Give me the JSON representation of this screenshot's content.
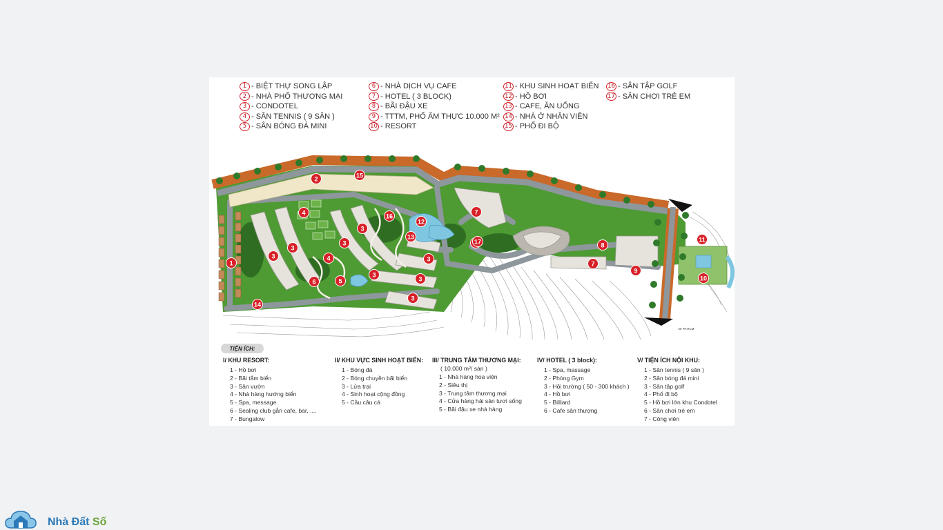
{
  "legend": [
    [
      {
        "num": "1",
        "label": "BIỆT THỰ SONG LẬP"
      },
      {
        "num": "2",
        "label": "NHÀ PHỐ THƯƠNG MẠI"
      },
      {
        "num": "3",
        "label": "CONDOTEL"
      },
      {
        "num": "4",
        "label": "SÂN TENNIS ( 9 SÂN )"
      },
      {
        "num": "5",
        "label": "SÂN BÓNG ĐÁ MINI"
      }
    ],
    [
      {
        "num": "6",
        "label": "NHÀ DỊCH VỤ CAFE"
      },
      {
        "num": "7",
        "label": "HOTEL ( 3 BLOCK)"
      },
      {
        "num": "8",
        "label": "BÃI ĐẬU XE"
      },
      {
        "num": "9",
        "label": "TTTM, PHỐ ẨM THỰC 10.000 M²"
      },
      {
        "num": "10",
        "label": "RESORT"
      }
    ],
    [
      {
        "num": "11",
        "label": "KHU SINH HOẠT BIỂN"
      },
      {
        "num": "12",
        "label": "HỒ BƠI"
      },
      {
        "num": "13",
        "label": "CAFE, ĂN UỐNG"
      },
      {
        "num": "14",
        "label": "NHÀ Ở NHÂN VIÊN"
      },
      {
        "num": "15",
        "label": "PHỐ ĐI BỘ"
      }
    ],
    [
      {
        "num": "16",
        "label": "SÂN TẬP GOLF"
      },
      {
        "num": "17",
        "label": "SÂN CHƠI TRẺ EM"
      }
    ]
  ],
  "map": {
    "north_label": "ĐI TP.HCM",
    "markers": [
      "2",
      "15",
      "4",
      "16",
      "12",
      "13",
      "7",
      "7",
      "8",
      "7",
      "9",
      "11",
      "10",
      "17",
      "1",
      "3",
      "3",
      "3",
      "3",
      "3",
      "3",
      "3",
      "3",
      "3",
      "4",
      "5",
      "6",
      "14"
    ],
    "colors": {
      "road": "#8d979c",
      "sidewalk": "#c9692a",
      "green": "#4e9a33",
      "dark_green": "#2f6e22",
      "marker": "#d72027",
      "building": "#e6e3dc",
      "water": "#7fc7e0"
    }
  },
  "amenities": {
    "badge": "TIỆN ÍCH:",
    "columns": [
      {
        "title": "I/ KHU RESORT:",
        "sub": "",
        "items": [
          "1 - Hồ bơi",
          "2 - Bãi tắm biển",
          "3 - Sân vườn",
          "4 - Nhà hàng hướng biển",
          "5 - Spa, message",
          "6 - Sealing club gắn cafe, bar, ....",
          "7 - Bungalow"
        ]
      },
      {
        "title": "II/ KHU VỰC SINH HOẠT BIỂN:",
        "sub": "",
        "items": [
          "1 - Bóng đá",
          "2 - Bóng chuyền bãi biển",
          "3 - Lửa trại",
          "4 - Sinh hoạt cộng đồng",
          "5 - Cầu câu cá"
        ]
      },
      {
        "title": "III/ TRUNG TÂM THƯƠNG MẠI:",
        "sub": "( 10.000 m²/ sàn )",
        "items": [
          "1 - Nhà hàng hoa viên",
          "2 - Siêu thị",
          "3 - Trung tâm thương mại",
          "4 - Cửa hàng hải sản tươi sống",
          "5 - Bãi đậu xe nhà hàng"
        ]
      },
      {
        "title": "IV/ HOTEL ( 3 block):",
        "sub": "",
        "items": [
          "1 - Spa, massage",
          "2 - Phòng Gym",
          "3 - Hội trường ( 50 - 300 khách )",
          "4 - Hồ bơi",
          "5 - Billiard",
          "6 - Cafe sân thượng"
        ]
      },
      {
        "title": "V/ TIỆN ÍCH NỘI KHU:",
        "sub": "",
        "items": [
          "1 - Sân tennis ( 9 sân )",
          "2 - Sân bóng đá mini",
          "3 - Sân tập golf",
          "4 - Phố đi bộ",
          "5 - Hồ bơi lớn khu Condotel",
          "6 - Sân chơi trẻ em",
          "7 - Công viên"
        ]
      }
    ]
  },
  "logo": {
    "text_main": "Nhà Đất ",
    "text_accent": "Số"
  }
}
